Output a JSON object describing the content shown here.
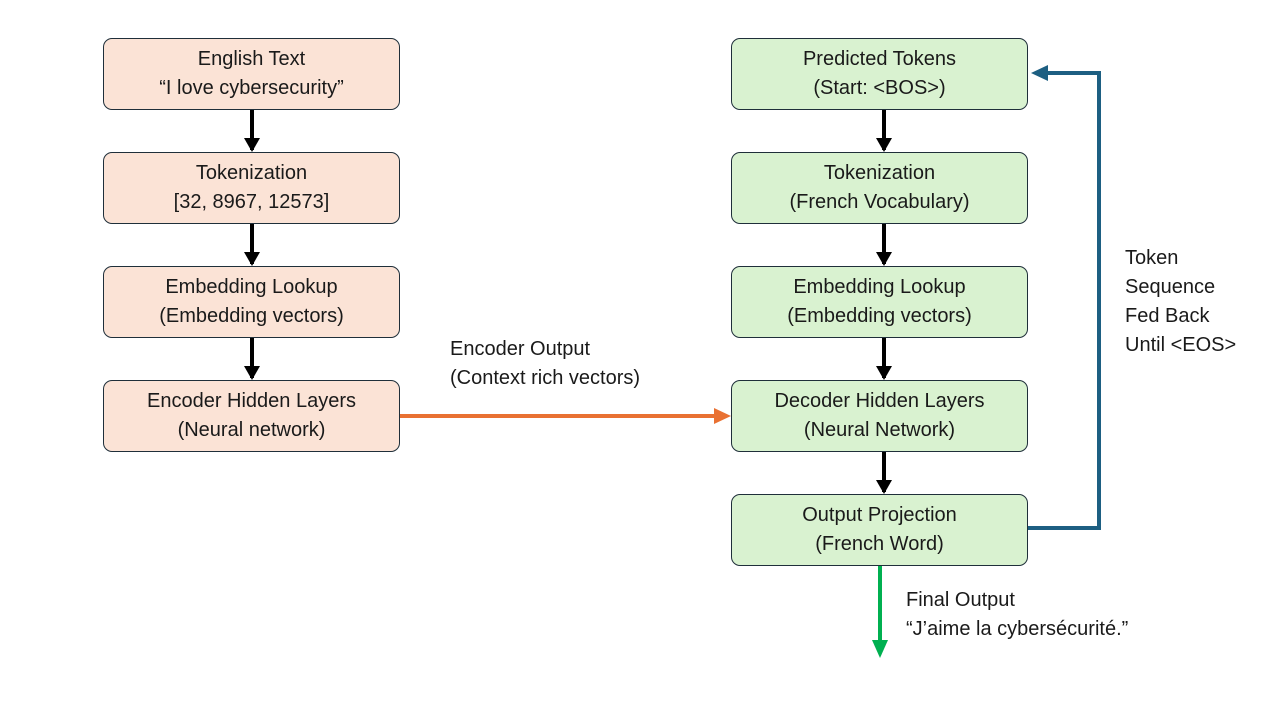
{
  "encoder": {
    "boxes": [
      {
        "line1": "English Text",
        "line2": "“I love cybersecurity”"
      },
      {
        "line1": "Tokenization",
        "line2": "[32, 8967, 12573]"
      },
      {
        "line1": "Embedding Lookup",
        "line2": "(Embedding vectors)"
      },
      {
        "line1": "Encoder Hidden Layers",
        "line2": "(Neural network)"
      }
    ],
    "fill_color": "#fbe3d6"
  },
  "decoder": {
    "boxes": [
      {
        "line1": "Predicted Tokens",
        "line2": "(Start: <BOS>)"
      },
      {
        "line1": "Tokenization",
        "line2": "(French Vocabulary)"
      },
      {
        "line1": "Embedding Lookup",
        "line2": "(Embedding vectors)"
      },
      {
        "line1": "Decoder Hidden Layers",
        "line2": "(Neural Network)"
      },
      {
        "line1": "Output Projection",
        "line2": "(French Word)"
      }
    ],
    "fill_color": "#d9f2d0"
  },
  "encoder_output_label": {
    "line1": "Encoder Output",
    "line2": "(Context rich vectors)"
  },
  "feedback_label": {
    "lines": [
      "Token",
      "Sequence",
      "Fed Back",
      "Until <EOS>"
    ]
  },
  "final_output_label": {
    "line1": "Final Output",
    "line2": "“J’aime la cybersécurité.”"
  },
  "colors": {
    "flow_arrow": "#000000",
    "encoder_to_decoder_arrow": "#e97132",
    "feedback_arrow": "#1d5f82",
    "final_output_arrow": "#00b050",
    "box_border": "#1f2f3a"
  }
}
